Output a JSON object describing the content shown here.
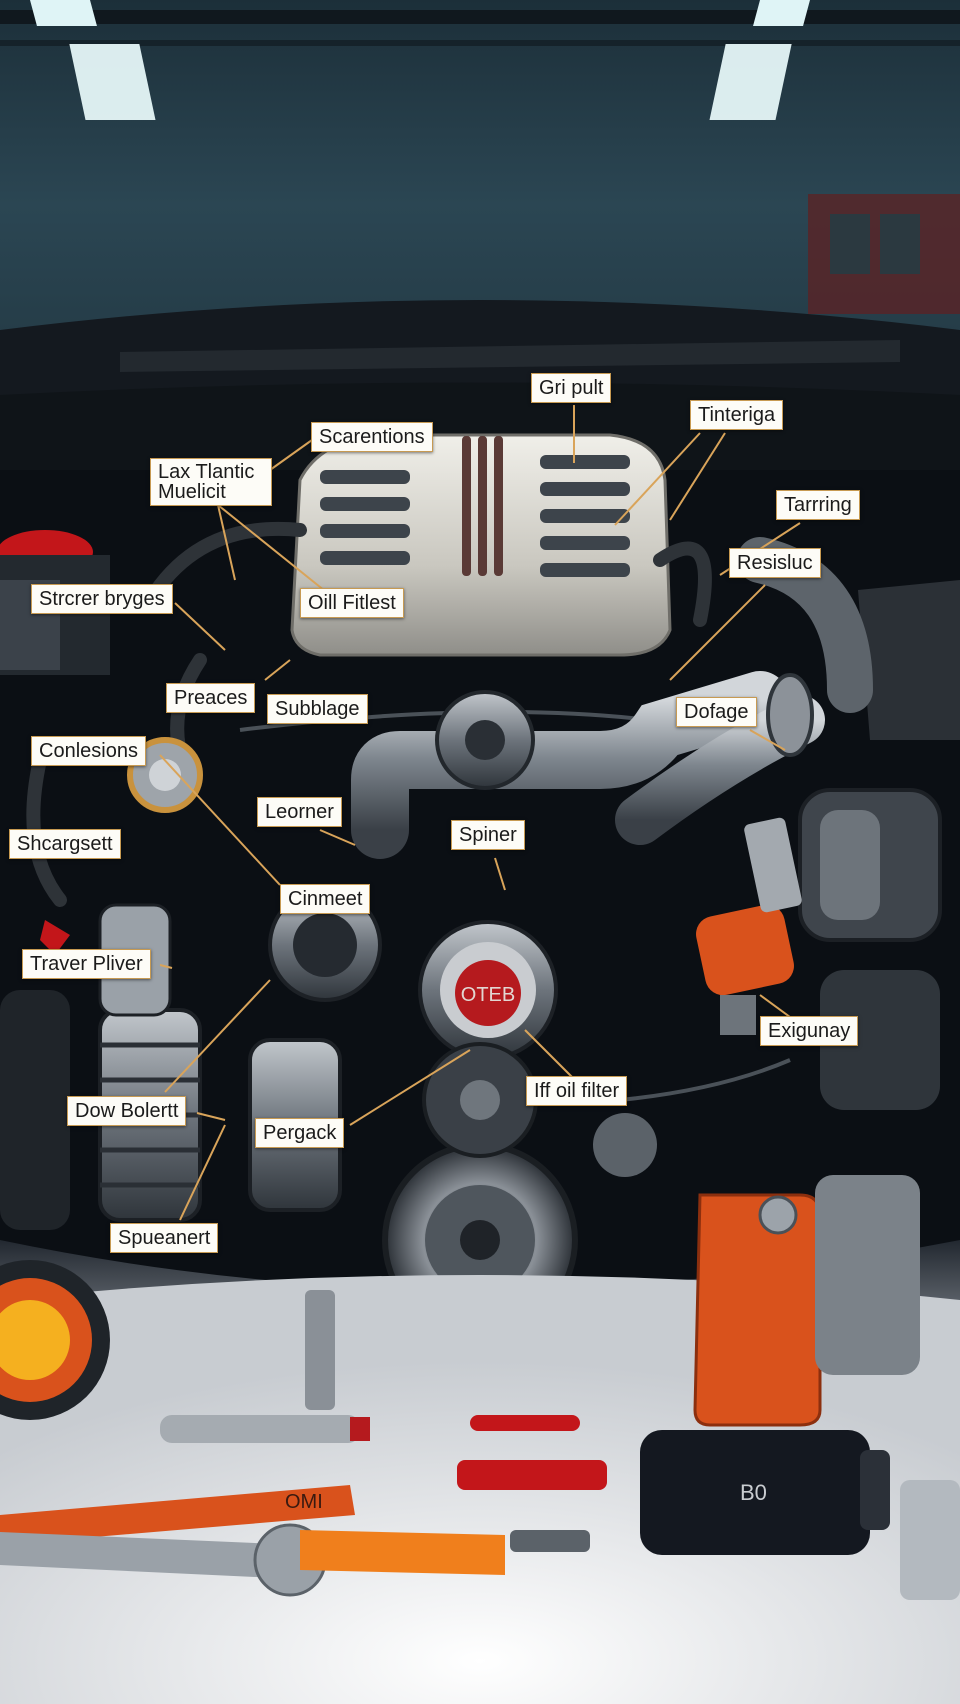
{
  "labels": {
    "gri_pult": "Gri pult",
    "tinteriga": "Tinteriga",
    "scarentions": "Scarentions",
    "lax_tlantic": "Lax Tlantic",
    "muelicit": "Muelicit",
    "tarrring": "Tarrring",
    "resisluc": "Resisluc",
    "strer_bryges": "Strcrer bryges",
    "oill_fitlest": "Oill Fitlest",
    "preaces": "Preaces",
    "subblage": "Subblage",
    "dofage": "Dofage",
    "conlesions": "Conlesions",
    "leorner": "Leorner",
    "spiner": "Spiner",
    "shcargsett": "Shcargsett",
    "cinmeet": "Cinmeet",
    "traver_pliver": "Traver Pliver",
    "exigunay": "Exigunay",
    "iff_oil_filter": "Iff oil filter",
    "dow_bolertt": "Dow Bolertt",
    "pergack": "Pergack",
    "spueanert": "Spueanert"
  },
  "engine_badge": "OTEB",
  "wrench_mark": "OMI",
  "bottle_mark": "B0",
  "colors": {
    "background_top": "#2b4653",
    "engine_cover": "#dad8d0",
    "hose": "#6c7279",
    "accent_orange": "#d9521c",
    "badge_red": "#b51a1e",
    "leader_line": "#d9a45a",
    "label_bg": "#fdfcf7"
  }
}
